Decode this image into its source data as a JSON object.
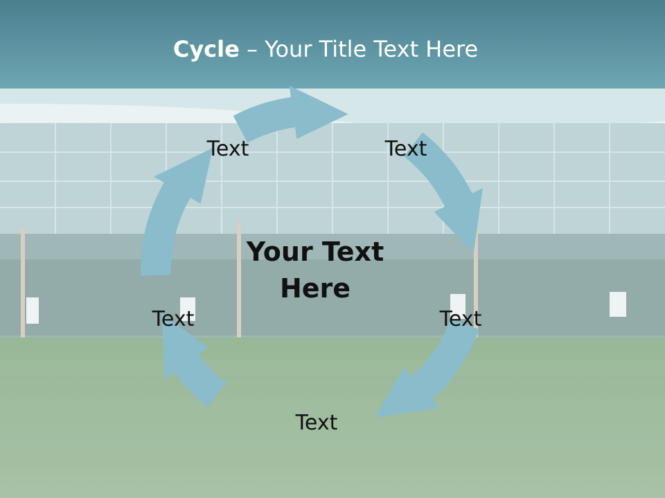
{
  "slide": {
    "title_bold": "Cycle",
    "title_rest": " – Your Title Text Here",
    "center_line1": "Your Text",
    "center_line2": "Here",
    "labels": [
      "Text",
      "Text",
      "Text",
      "Text",
      "Text"
    ]
  },
  "colors": {
    "arrow": "#8abccb",
    "header": "#4f8d9d",
    "glass": "#b9d1d4",
    "grass": "#8fb08f"
  }
}
